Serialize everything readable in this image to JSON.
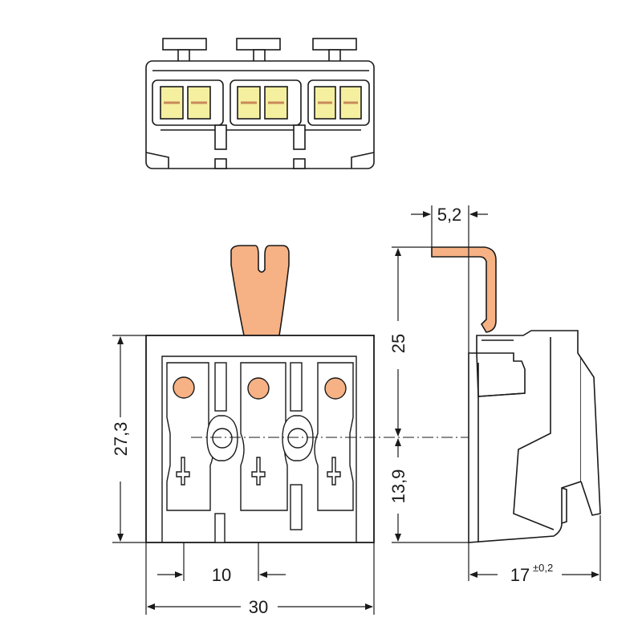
{
  "dimensions": {
    "width_total": "30",
    "pitch": "10",
    "height_body": "27,3",
    "height_lever": "25",
    "height_lower": "13,9",
    "lever_offset": "5,2",
    "depth": "17",
    "depth_tolerance": "±0,2"
  },
  "colors": {
    "outline": "#1a1a1a",
    "body": "#ffffff",
    "lever": "#f6b184",
    "clamp": "#f5efa0",
    "contact": "#e8a17a",
    "hole": "#f6b184"
  },
  "views": [
    "top-view",
    "front-view",
    "side-view"
  ]
}
